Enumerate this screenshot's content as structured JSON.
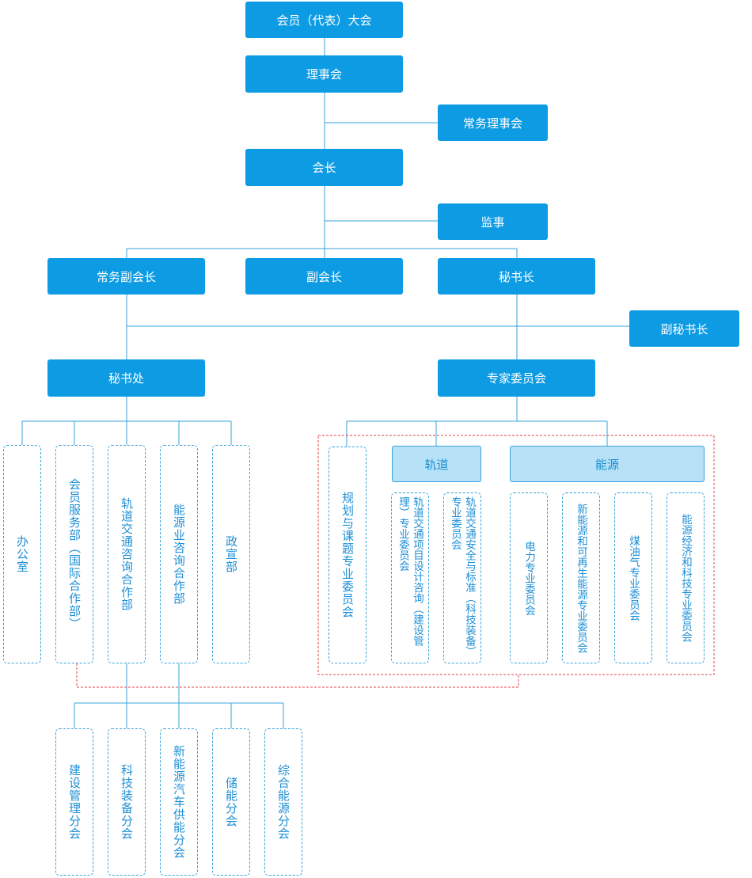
{
  "nodes": {
    "assembly": "会员（代表）大会",
    "council": "理事会",
    "standing_council": "常务理事会",
    "president": "会长",
    "supervisor": "监事",
    "exec_vp": "常务副会长",
    "vp": "副会长",
    "secretary_general": "秘书长",
    "deputy_secretary_general": "副秘书长",
    "secretariat": "秘书处",
    "expert_committee": "专家委员会"
  },
  "secretariat_depts": [
    "办公室",
    "会员服务部（国际合作部）",
    "轨道交通咨询合作部",
    "能源业咨询合作部",
    "政宣部"
  ],
  "branches": [
    "建设管理分会",
    "科技装备分会",
    "新能源汽车供能分会",
    "储能分会",
    "综合能源分会"
  ],
  "expert_groups": {
    "rail_label": "轨道",
    "energy_label": "能源",
    "planning": "规划与课题专业委员会",
    "rail": [
      "轨道交通项目设计咨询（建设管理）专业委员会",
      "轨道交通安全与标准（科技装备）专业委员会"
    ],
    "energy": [
      "电力专业委员会",
      "新能源和可再生能源专业委员会",
      "煤油气专业委员会",
      "能源经济和科技专业委员会"
    ]
  }
}
